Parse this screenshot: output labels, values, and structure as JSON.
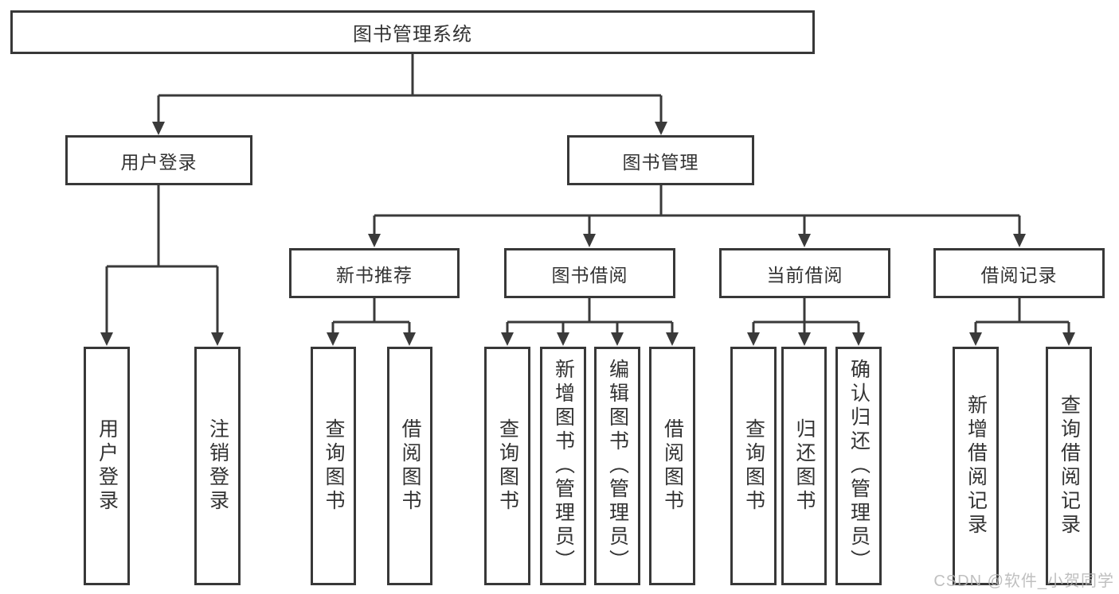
{
  "diagram_title": "图书管理系统",
  "tree": {
    "label": "图书管理系统",
    "children": [
      {
        "label": "用户登录",
        "children": [
          {
            "label": "用户登录"
          },
          {
            "label": "注销登录"
          }
        ]
      },
      {
        "label": "图书管理",
        "children": [
          {
            "label": "新书推荐",
            "children": [
              {
                "label": "查询图书"
              },
              {
                "label": "借阅图书"
              }
            ]
          },
          {
            "label": "图书借阅",
            "children": [
              {
                "label": "查询图书"
              },
              {
                "label": "新增图书（管理员）"
              },
              {
                "label": "编辑图书（管理员）"
              },
              {
                "label": "借阅图书"
              }
            ]
          },
          {
            "label": "当前借阅",
            "children": [
              {
                "label": "查询图书"
              },
              {
                "label": "归还图书"
              },
              {
                "label": "确认归还（管理员）"
              }
            ]
          },
          {
            "label": "借阅记录",
            "children": [
              {
                "label": "新增借阅记录"
              },
              {
                "label": "查询借阅记录"
              }
            ]
          }
        ]
      }
    ]
  },
  "watermark": "CSDN @软件_小贺同学",
  "colors": {
    "line": "#3a3a3a",
    "box_border": "#383838",
    "text": "#333333",
    "watermark": "#b5b5b5",
    "background": "#ffffff"
  }
}
